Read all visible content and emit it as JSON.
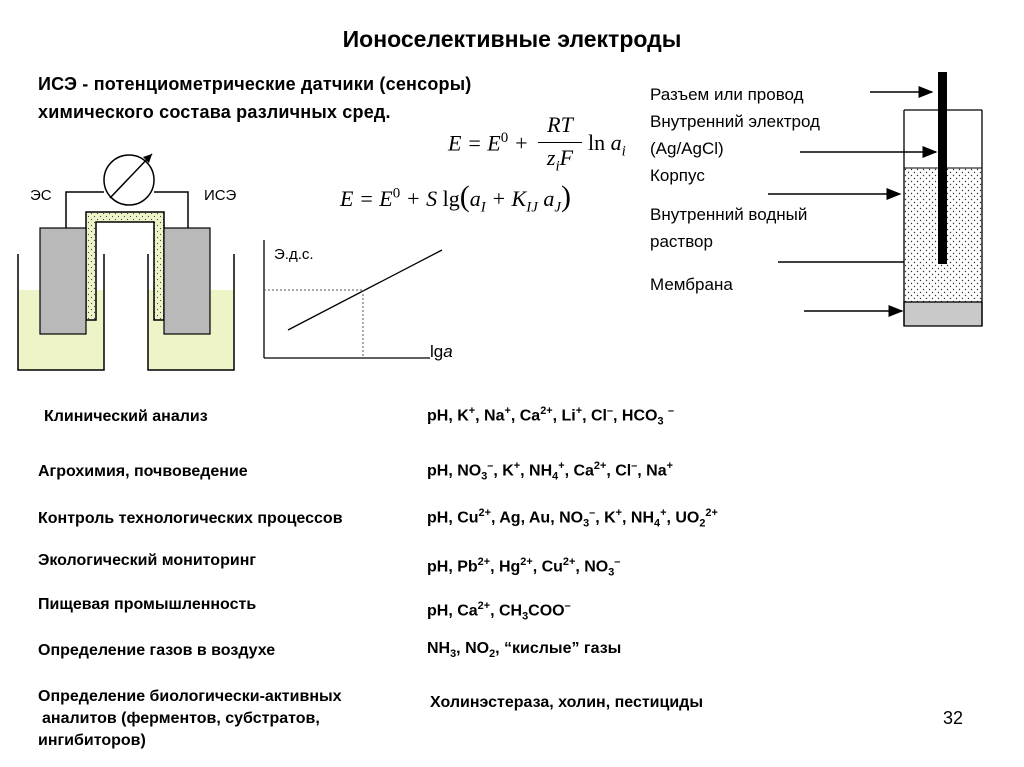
{
  "title": "Ионоселективные электроды",
  "intro": {
    "line1": "ИСЭ - потенциометрические датчики (сенсоры)",
    "line2": "химического состава различных сред."
  },
  "cell": {
    "left_label": "ЭС",
    "right_label": "ИСЭ"
  },
  "graph": {
    "ylabel": "Э.д.с.",
    "xlabel_prefix": "lg",
    "xlabel_var": "a"
  },
  "electrode": {
    "labels": [
      "Разъем или провод",
      "Внутренний электрод",
      "(Ag/AgCl)",
      "Корпус",
      "Внутренний водный",
      "раствор",
      "Мембрана"
    ]
  },
  "applications": [
    {
      "area": "Клинический анализ",
      "ions_html": "pH, K<sup>+</sup>, Na<sup>+</sup>, Ca<sup>2+</sup>, Li<sup>+</sup>, Cl<sup>–</sup>, HCO<sub>3</sub> <sup>–</sup>"
    },
    {
      "area": "Агрохимия, почвоведение",
      "ions_html": "pH, NO<sub>3</sub><sup>–</sup>, K<sup>+</sup>, NH<sub>4</sub><sup>+</sup>, Ca<sup>2+</sup>, Cl<sup>–</sup>, Na<sup>+</sup>"
    },
    {
      "area": "Контроль технологических процессов",
      "ions_html": "pH, Cu<sup>2+</sup>, Ag, Au, NO<sub>3</sub><sup>–</sup>, K<sup>+</sup>, NH<sub>4</sub><sup>+</sup>, UO<sub>2</sub><sup>2+</sup>"
    },
    {
      "area": "Экологический мониторинг",
      "ions_html": "pH, Pb<sup>2+</sup>, Hg<sup>2+</sup>, Cu<sup>2+</sup>, NO<sub>3</sub><sup>–</sup>"
    },
    {
      "area": "Пищевая промышленность",
      "ions_html": "pH, Ca<sup>2+</sup>, CH<sub>3</sub>COO<sup>–</sup>"
    },
    {
      "area": "Определение газов в воздухе",
      "ions_html": "NH<sub>3</sub>, NO<sub>2</sub>, “кислые” газы"
    },
    {
      "area_lines": [
        "Определение биологически-активных",
        "аналитов (ферментов, субстратов,",
        "ингибиторов)"
      ],
      "ions_html": "Холинэстераза, холин, пестициды"
    }
  ],
  "page_number": "32"
}
